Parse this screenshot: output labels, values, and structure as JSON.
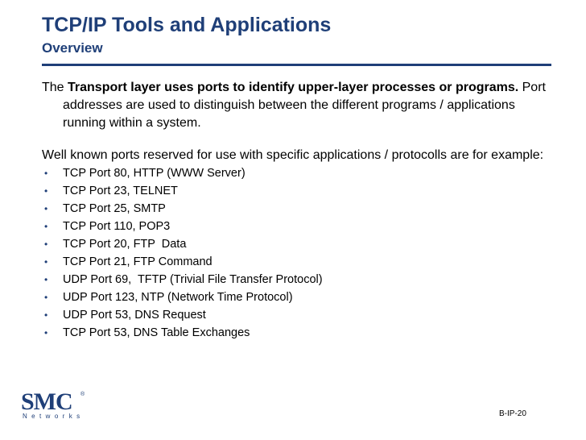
{
  "header": {
    "title": "TCP/IP Tools and Applications",
    "subtitle": "Overview"
  },
  "intro": {
    "prefix": "The ",
    "bold": "Transport layer uses ports to identify upper-layer processes or programs.",
    "rest": " Port addresses are used to distinguish between the different programs / applications running within a system."
  },
  "ports_intro": "Well known ports reserved for use with specific applications / protocolls are for example:",
  "bullet_symbol": "•",
  "ports": [
    "TCP Port 80, HTTP (WWW Server)",
    "TCP Port 23, TELNET",
    "TCP Port 25, SMTP",
    "TCP Port 110, POP3",
    "TCP Port 20, FTP  Data",
    "TCP Port 21, FTP Command",
    "UDP Port 69,  TFTP (Trivial File Transfer Protocol)",
    "UDP Port 123, NTP (Network Time Protocol)",
    "UDP Port 53, DNS Request",
    "TCP Port 53, DNS Table Exchanges"
  ],
  "footer": {
    "logo_text": "SMC",
    "logo_registered": "®",
    "logo_subtext": "Networks",
    "slide_number": "B-IP-20"
  },
  "colors": {
    "accent": "#1f3f78"
  }
}
